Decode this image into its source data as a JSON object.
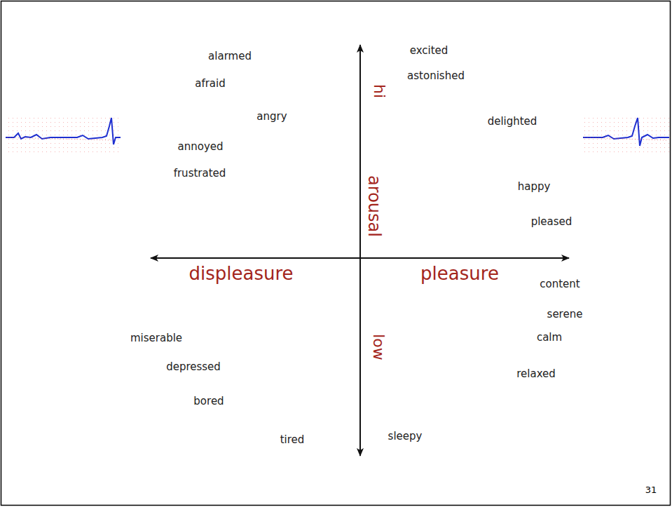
{
  "diagram": {
    "labels": [
      "alarmed",
      "excited",
      "astonished",
      "afraid",
      "hi",
      "angry",
      "delighted",
      "annoyed",
      "arousal",
      "frustrated",
      "happy",
      "pleased",
      "displeasure",
      "pleasure",
      "content",
      "serene",
      "calm",
      "miserable",
      "low",
      "relaxed",
      "depressed",
      "bored",
      "tired",
      "sleepy",
      "31"
    ]
  }
}
